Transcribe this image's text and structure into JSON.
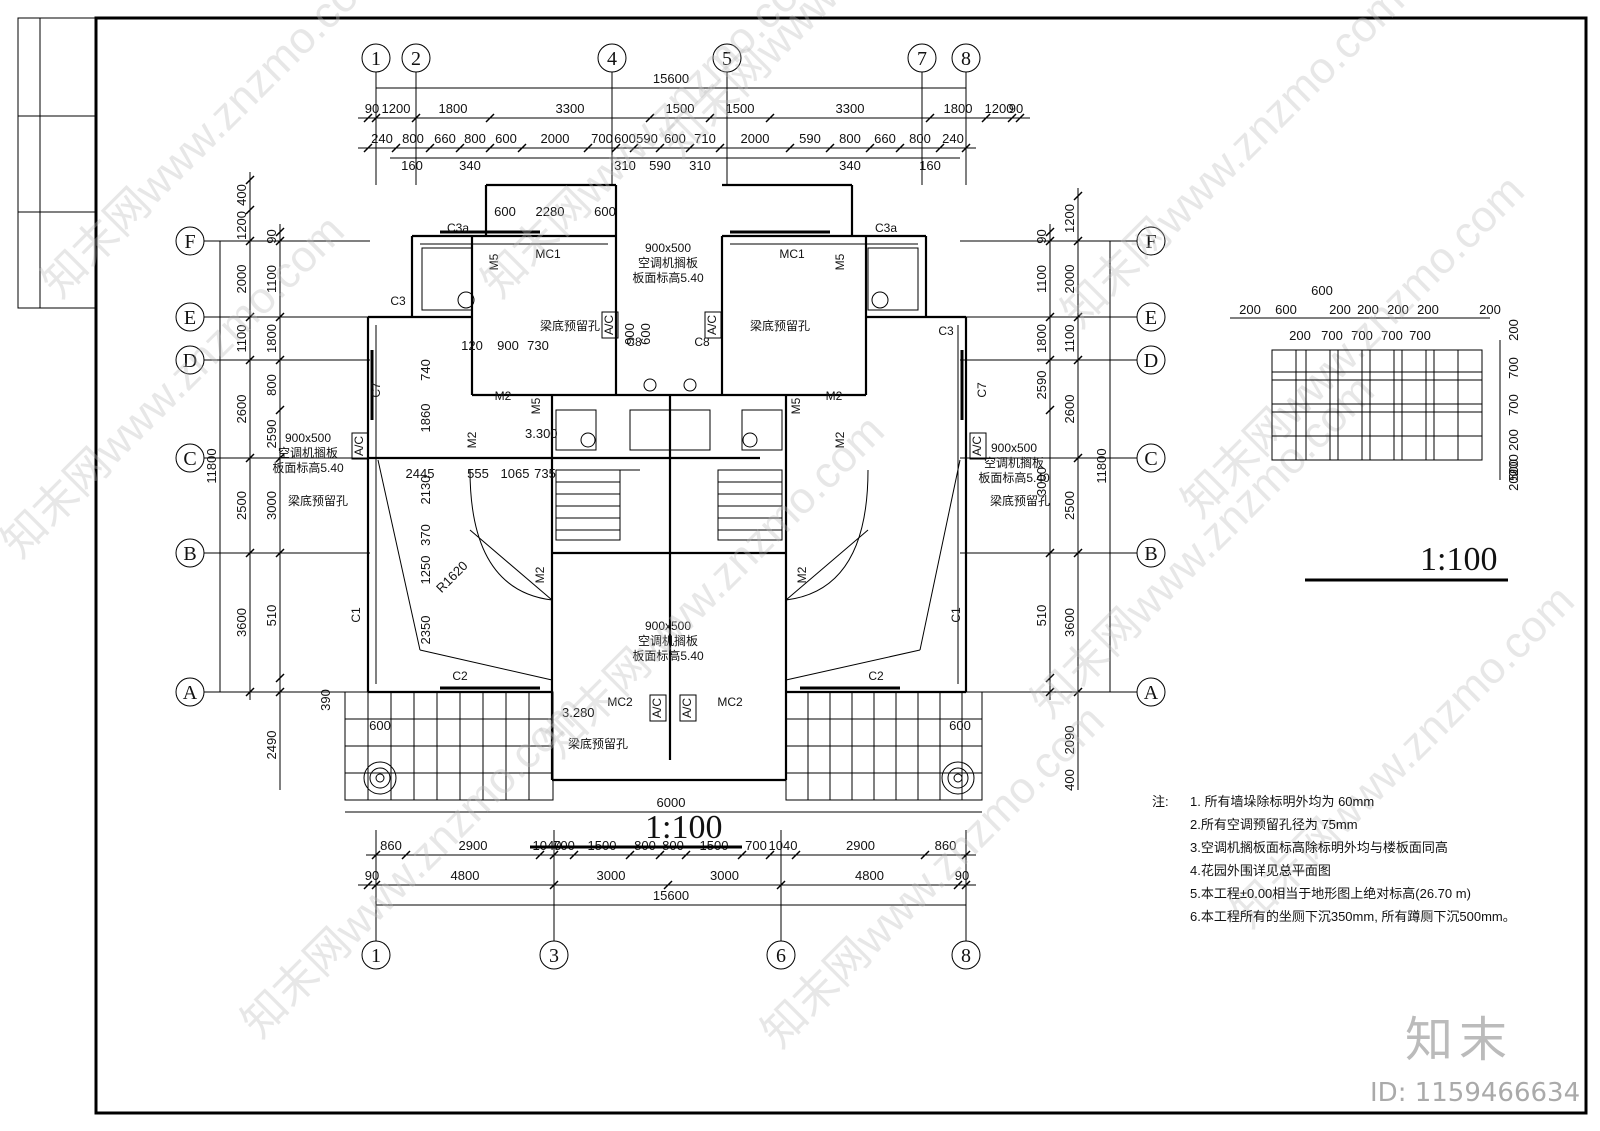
{
  "scale_main": "1:100",
  "scale_detail": "1:100",
  "axes_top": [
    "1",
    "2",
    "4",
    "5",
    "7",
    "8"
  ],
  "axes_bottom": [
    "1",
    "3",
    "6",
    "8"
  ],
  "axes_left": [
    "F",
    "E",
    "D",
    "C",
    "B",
    "A"
  ],
  "axes_right": [
    "F",
    "E",
    "D",
    "C",
    "B",
    "A"
  ],
  "dims": {
    "top_total": "15600",
    "top_row1": [
      "90",
      "1200",
      "1800",
      "3300",
      "1500",
      "1500",
      "3300",
      "1800",
      "1200",
      "90"
    ],
    "top_row2": [
      "240",
      "800",
      "660",
      "800",
      "600",
      "2000",
      "700",
      "600",
      "590",
      "600",
      "710",
      "2000",
      "590",
      "800",
      "660",
      "800",
      "240"
    ],
    "top_row3": [
      "160",
      "340",
      "310",
      "590",
      "310",
      "340",
      "160"
    ],
    "bottom_row1": [
      "860",
      "2900",
      "1040",
      "700",
      "1500",
      "800",
      "800",
      "1500",
      "700",
      "1040",
      "2900",
      "860"
    ],
    "bottom_row2": [
      "90",
      "4800",
      "3000",
      "3000",
      "4800",
      "90"
    ],
    "bottom_total": "15600",
    "garden_width": "6000",
    "left_outer": [
      "400",
      "1200",
      "2000",
      "1100",
      "2600",
      "2500",
      "3600"
    ],
    "left_inner": [
      "90",
      "1100",
      "1800",
      "800",
      "2590",
      "3000",
      "510"
    ],
    "left_total": "11800",
    "left_bottom": [
      "390",
      "2490"
    ],
    "right_outer": [
      "1200",
      "2000",
      "1100",
      "2600",
      "2500",
      "3600"
    ],
    "right_inner": [
      "90",
      "1100",
      "1800",
      "2590",
      "3000",
      "510"
    ],
    "right_total": "11800",
    "right_bottom": [
      "2090",
      "400"
    ],
    "inner": [
      "600",
      "2280",
      "600",
      "120",
      "900",
      "730",
      "900",
      "600",
      "740",
      "1860",
      "2445",
      "555",
      "1065",
      "735",
      "2130",
      "370",
      "1250",
      "2350",
      "R1620",
      "600",
      "600"
    ],
    "detail_top": "600",
    "detail_row1": [
      "200",
      "600",
      "200",
      "200",
      "200",
      "200",
      "200"
    ],
    "detail_row2": [
      "200",
      "700",
      "700",
      "700",
      "700"
    ],
    "detail_right": [
      "200",
      "700",
      "700",
      "200",
      "200",
      "500",
      "200"
    ]
  },
  "labels": {
    "mc1": "MC1",
    "mc2": "MC2",
    "m2": "M2",
    "m5": "M5",
    "c1": "C1",
    "c2": "C2",
    "c3": "C3",
    "c3a": "C3a",
    "c7": "C7",
    "c8": "C8",
    "ac": "A/C",
    "ac_board": "900x500",
    "ac_board2": "空调机搁板",
    "ac_level": "板面标高5.40",
    "beam_hole": "梁底预留孔",
    "level1": "3.300",
    "level2": "3.280"
  },
  "notes_title": "注:",
  "notes": [
    "1. 所有墙垛除标明外均为 60mm",
    "2.所有空调预留孔径为 75mm",
    "3.空调机搁板面标高除标明外均与楼板面同高",
    "4.花园外围详见总平面图",
    "5.本工程±0.00相当于地形图上绝对标高(26.70 m)",
    "6.本工程所有的坐厕下沉350mm, 所有蹲厕下沉500mm。"
  ],
  "watermark": "知末网www.znzmo.com",
  "brand": "知末",
  "id_text": "ID: 1159466634"
}
